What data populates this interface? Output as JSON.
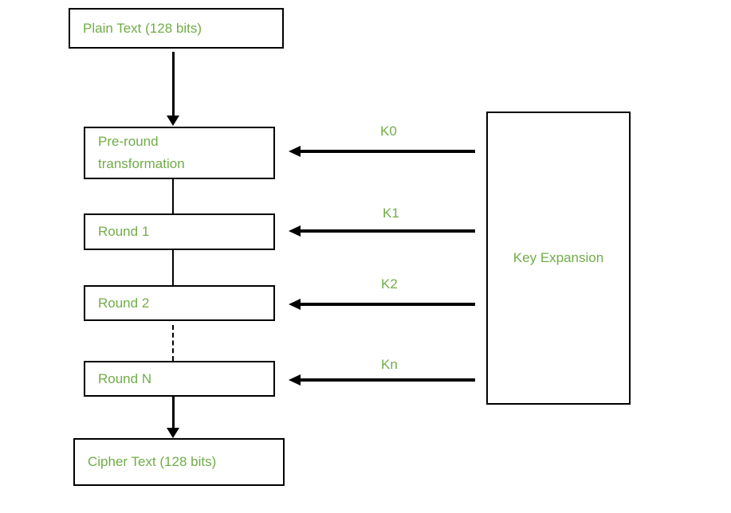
{
  "diagram": {
    "nodes": {
      "plain_text": "Plain Text (128 bits)",
      "pre_round_line1": "Pre-round",
      "pre_round_line2": "transformation",
      "round_1": "Round 1",
      "round_2": "Round 2",
      "round_n": "Round N",
      "cipher_text": "Cipher Text (128 bits)",
      "key_expansion": "Key Expansion"
    },
    "key_labels": {
      "k0": "K0",
      "k1": "K1",
      "k2": "K2",
      "kn": "Kn"
    },
    "colors": {
      "label_green": "#70AD47",
      "line_black": "#000000",
      "background": "#FFFFFF"
    }
  }
}
